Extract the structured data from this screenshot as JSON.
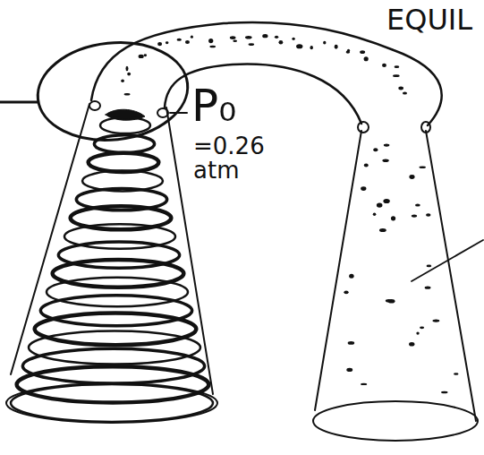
{
  "diagram": {
    "labels": [
      "EQUIL",
      "P₀",
      "=0.26 atm"
    ]
  }
}
